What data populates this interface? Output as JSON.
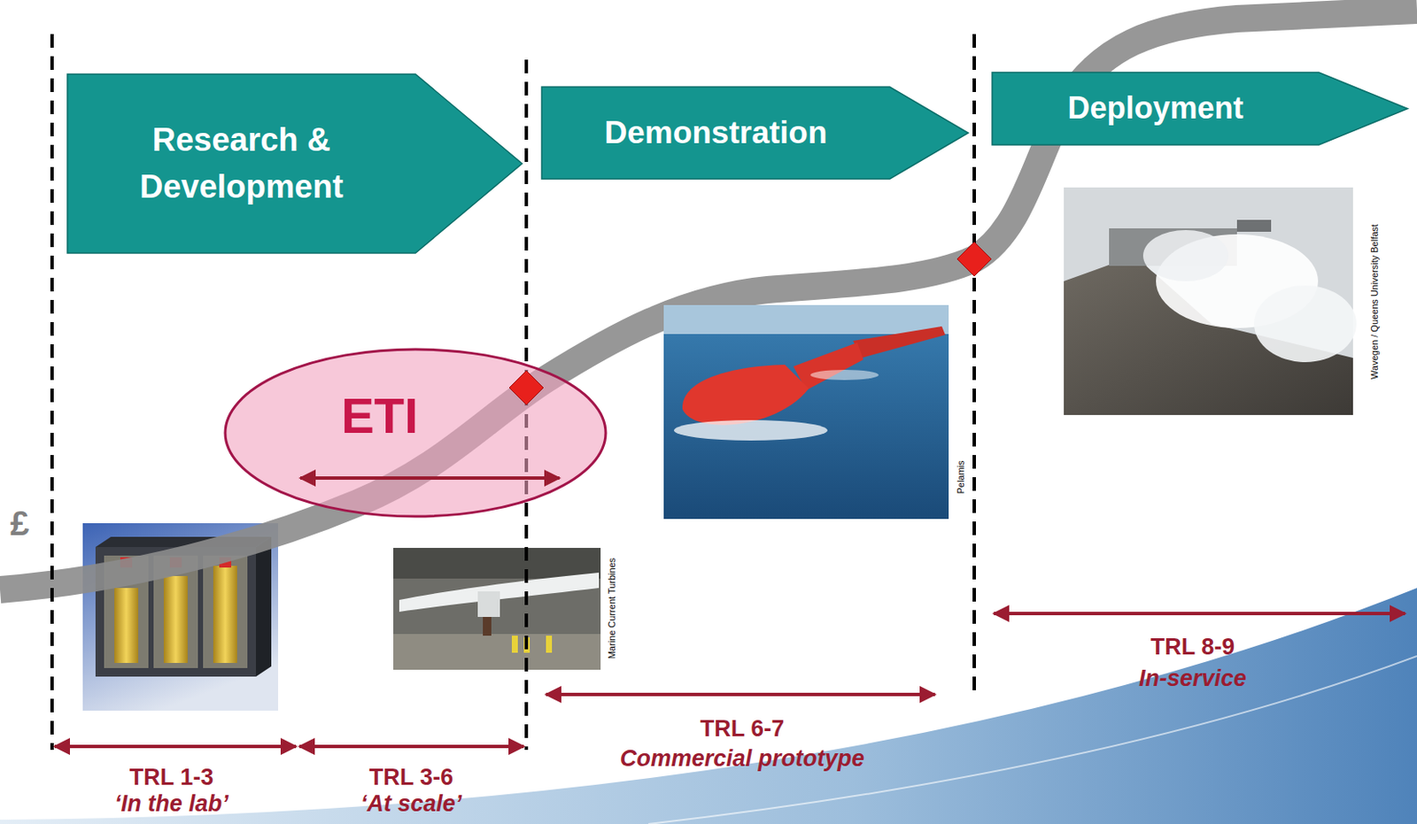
{
  "diagram": {
    "nodes": [
      {
        "text": [
          "Research & Development"
        ]
      },
      {
        "text": [
          "Demonstration"
        ]
      },
      {
        "text": [
          "Deployment"
        ]
      },
      {
        "text": [
          "ETI"
        ]
      }
    ],
    "labels": [
      "£",
      "TRL 1-3",
      "‘In the lab’",
      "TRL 3-6",
      "‘At scale’",
      "TRL 6-7",
      "Commercial prototype",
      "TRL 8-9",
      "In-service",
      "Marine Current Turbines",
      "Pelamis",
      "Wavegen / Queens University Belfast"
    ]
  }
}
